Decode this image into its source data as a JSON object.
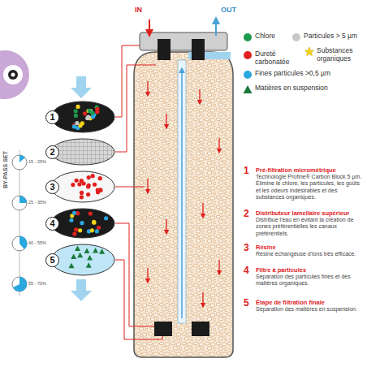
{
  "diagram": {
    "nodes": [
      {
        "text": [
          "1"
        ]
      },
      {
        "text": [
          "2"
        ]
      },
      {
        "text": [
          "3"
        ]
      },
      {
        "text": [
          "4"
        ]
      },
      {
        "text": [
          "5"
        ]
      }
    ],
    "labels": [
      "BY-PASS SET",
      "15 - 25%",
      "25 - 35%",
      "40 - 55%",
      "55 - 70%",
      "IN",
      "OUT",
      "1",
      "Pré-filtration micrométrique",
      "Technologie Profine® Carbon Block 5 µm. Élimine le chlore, les particules, les goûts et les odeurs indésirables et des substances organiques.",
      "2",
      "Distributeur lamellaire supérieur",
      "Distribue l'eau en évitant la création de zones préférentielles les canaux préférentiels.",
      "3",
      "Résine",
      "Résine échangeuse d'ions très efficace.",
      "4",
      "Filtre à particules",
      "Séparation des particules fines et des matières organiques.",
      "5",
      "Étape de filtration finale",
      "Séparation des matières en suspension."
    ],
    "legend": [
      {
        "text": "Chlore",
        "color": "#1a9a4a"
      },
      {
        "text": "Particules > 5 µm",
        "color": "#c8c8c8"
      },
      {
        "text": "Dureté carbonatée",
        "color": "#e0201e"
      },
      {
        "text": "Substances organiques"
      },
      {
        "text": "Fines particules >0,5 µm",
        "color": "#2aa8e0"
      },
      {
        "text": "Matières en suspension"
      }
    ]
  }
}
